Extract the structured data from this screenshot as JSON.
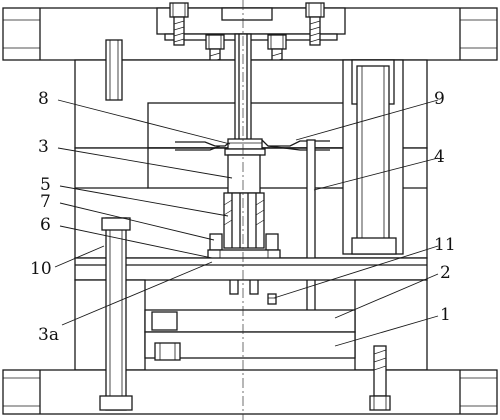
{
  "labels": {
    "l8": "8",
    "l9": "9",
    "l3": "3",
    "l4": "4",
    "l5": "5",
    "l7": "7",
    "l6": "6",
    "l11": "11",
    "l10": "10",
    "l2": "2",
    "l1": "1",
    "l3a": "3a"
  }
}
